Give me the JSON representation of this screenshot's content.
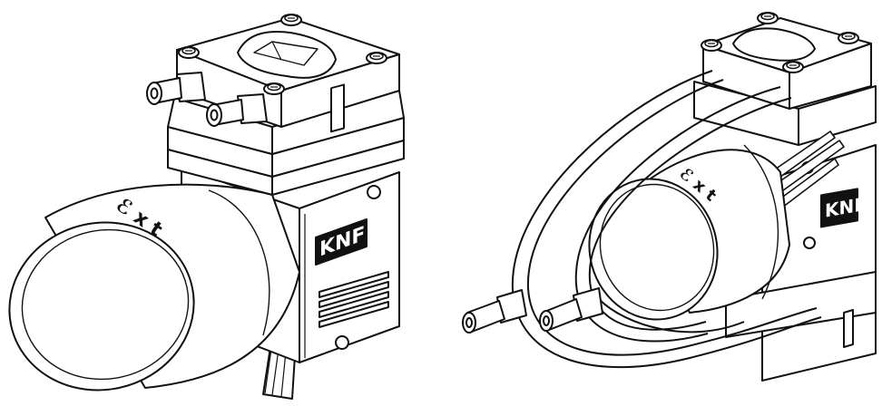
{
  "colors": {
    "line": "#111111",
    "fill": "#ffffff",
    "shade": "#e9e9e9",
    "badge": "#111111",
    "badge_text": "#ffffff"
  },
  "left_pump": {
    "brand_label": "KNF",
    "motor_print": "ℰ x t",
    "icons": [
      "screw-icon",
      "hose-barb-icon",
      "vent-slot-icon"
    ]
  },
  "right_pump": {
    "brand_label": "KNF",
    "motor_print": "ℰ x t",
    "icons": [
      "screw-icon",
      "hose-barb-icon",
      "tubing-icon",
      "wire-lead-icon"
    ]
  }
}
